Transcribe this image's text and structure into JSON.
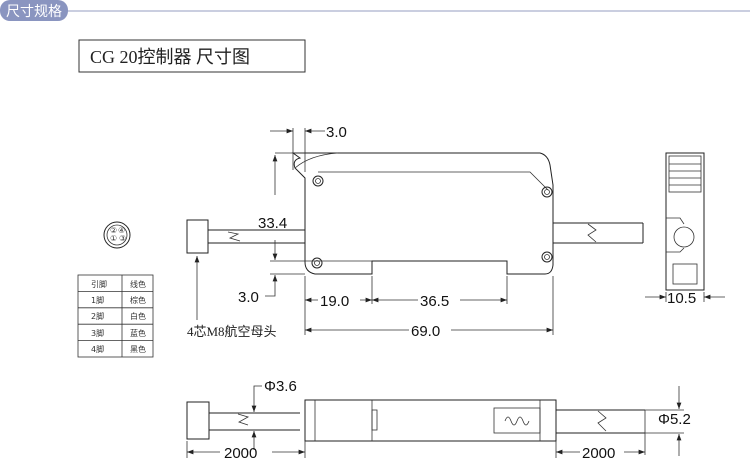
{
  "header": {
    "section_label": "尺寸规格",
    "accent": "#8a95c0"
  },
  "title": "CG 20控制器 尺寸图",
  "dimensions": {
    "top_offset": "3.0",
    "height": "33.4",
    "bottom_offset": "3.0",
    "notch_start": "19.0",
    "notch_width": "36.5",
    "length": "69.0",
    "width": "10.5",
    "cable_left_dia": "Φ3.6",
    "cable_right_dia": "Φ5.2",
    "cable_left_len": "2000",
    "cable_right_len": "2000"
  },
  "connector_label": "4芯M8航空母头",
  "connector_pins": [
    "②",
    "④",
    "①",
    "③"
  ],
  "pin_table": {
    "headers": [
      "引脚",
      "线色"
    ],
    "rows": [
      [
        "1脚",
        "棕色"
      ],
      [
        "2脚",
        "白色"
      ],
      [
        "3脚",
        "蓝色"
      ],
      [
        "4脚",
        "黑色"
      ]
    ]
  }
}
